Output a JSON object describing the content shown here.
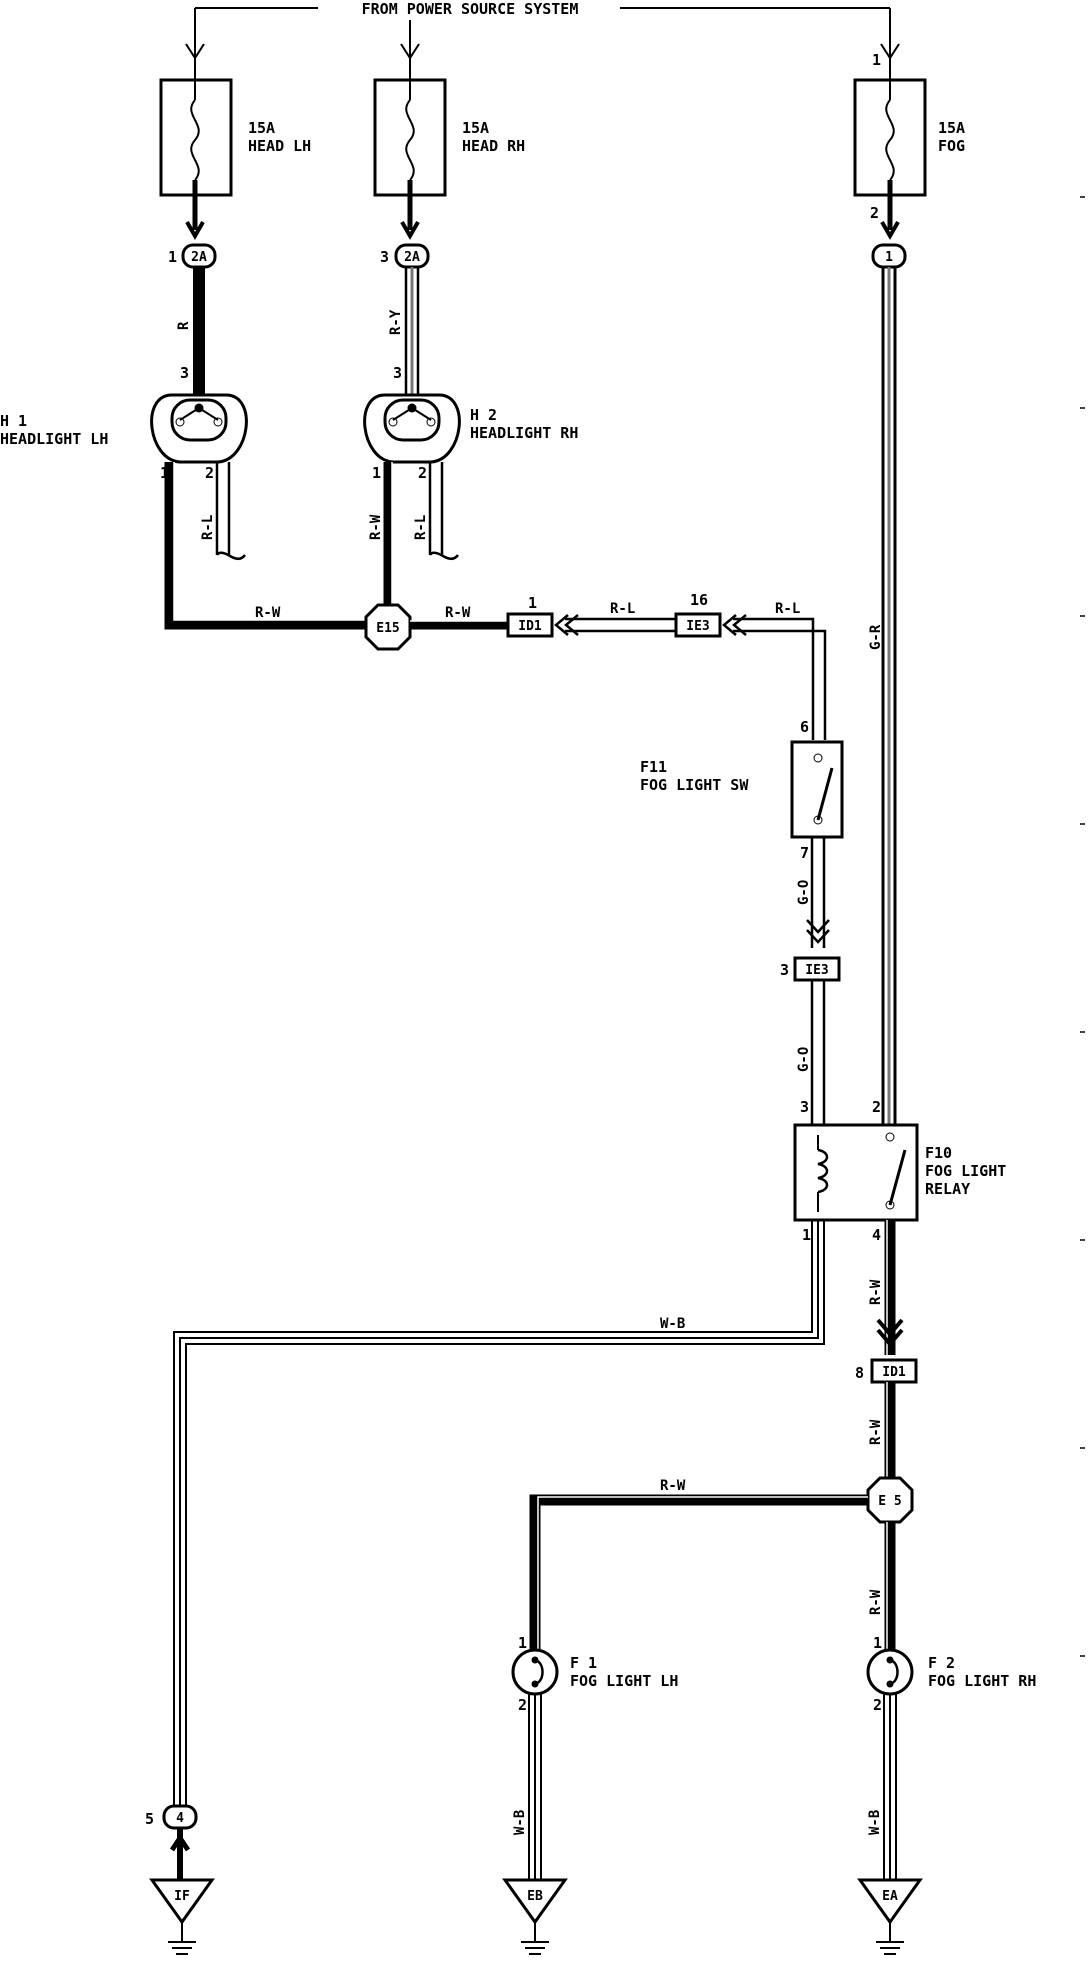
{
  "title": "FROM POWER SOURCE SYSTEM",
  "fuses": [
    {
      "id": "fuse-head-lh",
      "amp": "15A",
      "name": "HEAD LH"
    },
    {
      "id": "fuse-head-rh",
      "amp": "15A",
      "name": "HEAD RH"
    },
    {
      "id": "fuse-fog",
      "amp": "15A",
      "name": "FOG"
    }
  ],
  "components": {
    "h1": {
      "code": "H 1",
      "name": "HEADLIGHT LH"
    },
    "h2": {
      "code": "H 2",
      "name": "HEADLIGHT RH"
    },
    "f11": {
      "code": "F11",
      "name": "FOG LIGHT SW"
    },
    "f10": {
      "code": "F10",
      "name1": "FOG LIGHT",
      "name2": "RELAY"
    },
    "f1": {
      "code": "F 1",
      "name": "FOG LIGHT LH"
    },
    "f2": {
      "code": "F 2",
      "name": "FOG LIGHT RH"
    }
  },
  "connectors": {
    "c2a_lh": "2A",
    "c2a_rh": "2A",
    "c1_fog": "1",
    "e15": "E15",
    "e5": "E 5",
    "id1_top": "ID1",
    "ie3_top": "IE3",
    "ie3_mid": "IE3",
    "id1_bottom": "ID1",
    "c4": "4"
  },
  "grounds": {
    "if": "IF",
    "eb": "EB",
    "ea": "EA"
  },
  "wire_colors": {
    "r": "R",
    "ry": "R-Y",
    "rl": "R-L",
    "rw": "R-W",
    "gr": "G-R",
    "go": "G-O",
    "wb": "W-B"
  },
  "pins": {
    "fuse_fog_in": "1",
    "fuse_fog_out": "2",
    "c2a_lh": "1",
    "c2a_rh": "3",
    "h1_top": "3",
    "h1_l": "1",
    "h1_r": "2",
    "h2_top": "3",
    "h2_l": "1",
    "h2_r": "2",
    "id1_top": "1",
    "ie3_top": "16",
    "f11_top": "6",
    "f11_bot": "7",
    "ie3_mid": "3",
    "f10_3": "3",
    "f10_2": "2",
    "f10_1": "1",
    "f10_4": "4",
    "id1_bottom": "8",
    "f1_top": "1",
    "f1_bot": "2",
    "f2_top": "1",
    "f2_bot": "2",
    "c4": "5"
  },
  "colors": {
    "ink": "#000000",
    "paper": "#ffffff"
  }
}
